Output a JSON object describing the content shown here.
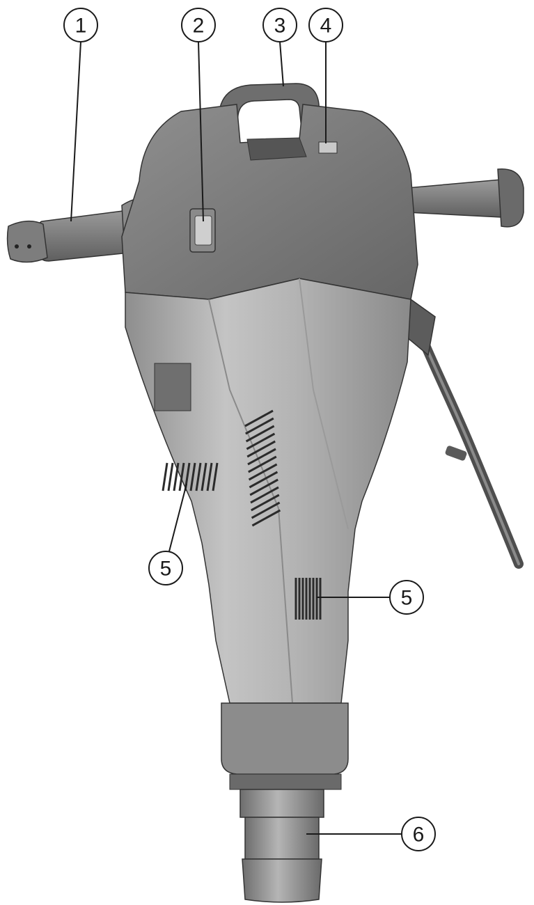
{
  "diagram": {
    "subject": "breaker-hammer",
    "callouts": [
      {
        "id": "c1",
        "label": "1"
      },
      {
        "id": "c2",
        "label": "2"
      },
      {
        "id": "c3",
        "label": "3"
      },
      {
        "id": "c4",
        "label": "4"
      },
      {
        "id": "c5a",
        "label": "5"
      },
      {
        "id": "c5b",
        "label": "5"
      },
      {
        "id": "c6",
        "label": "6"
      }
    ]
  },
  "colors": {
    "body_light": "#b9b9b9",
    "body_mid": "#9a9a9a",
    "body_dark": "#6f6f6f",
    "outline": "#1a1a1a"
  }
}
